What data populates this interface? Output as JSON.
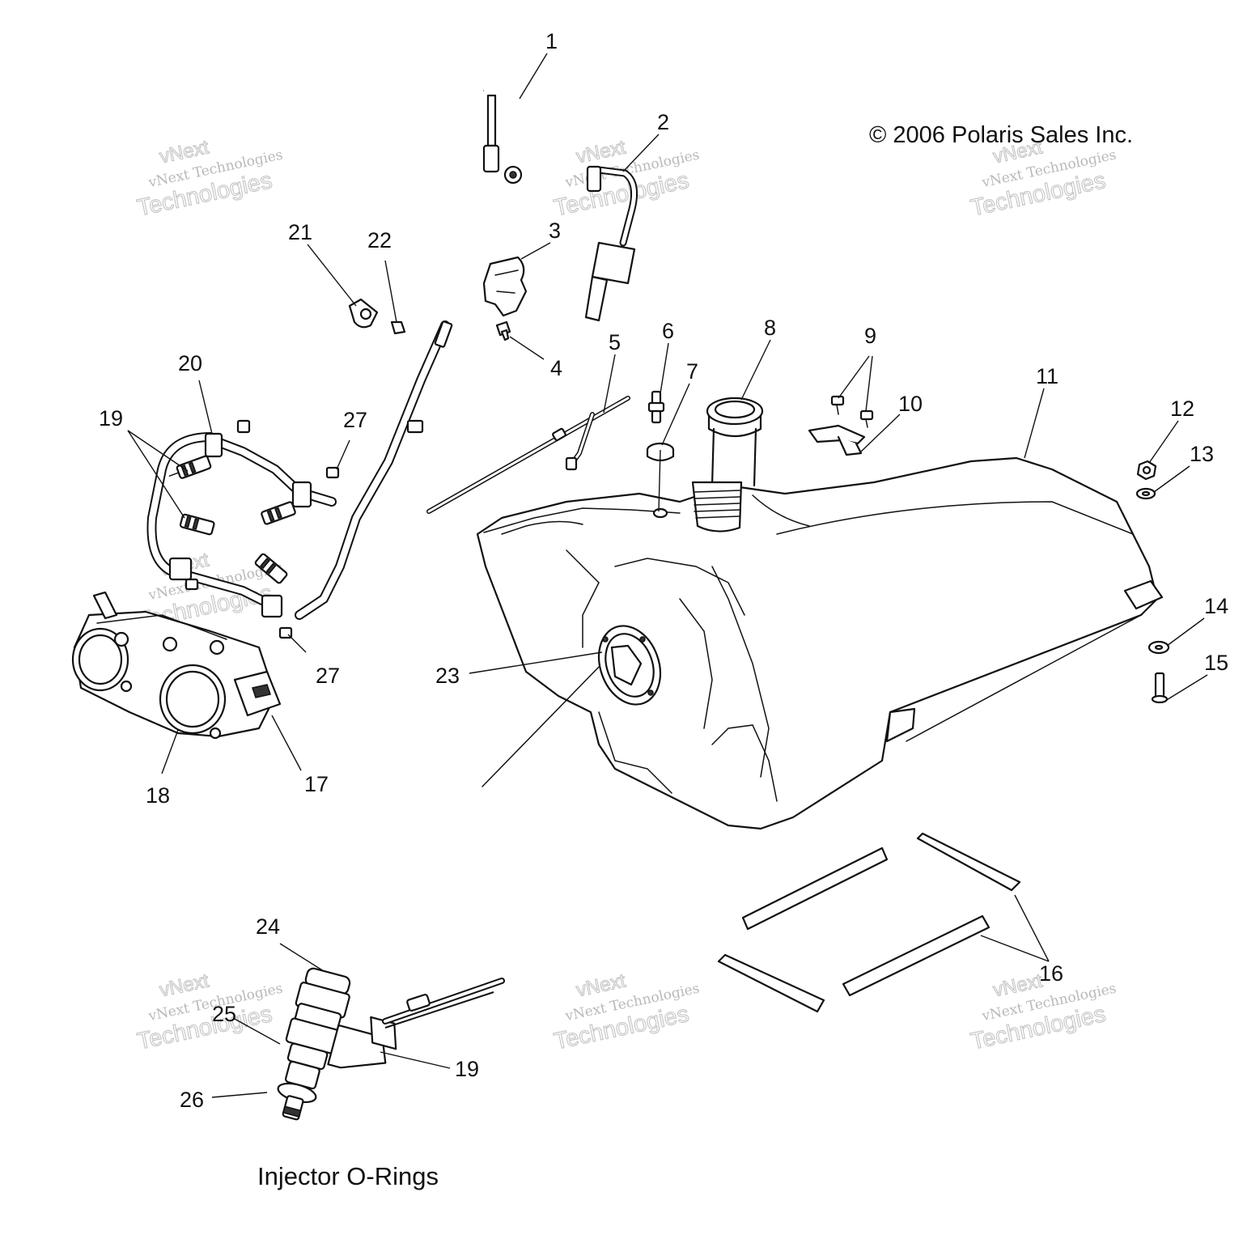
{
  "copyright": "© 2006 Polaris Sales Inc.",
  "caption": "Injector O-Rings",
  "watermark": {
    "line1": "vNext",
    "line2": "vNext Technologies",
    "line3": "Technologies"
  },
  "callouts": {
    "c1": "1",
    "c2": "2",
    "c3": "3",
    "c4": "4",
    "c5": "5",
    "c6": "6",
    "c7": "7",
    "c8": "8",
    "c9": "9",
    "c10": "10",
    "c11": "11",
    "c12": "12",
    "c13": "13",
    "c14": "14",
    "c15": "15",
    "c16": "16",
    "c17": "17",
    "c18": "18",
    "c19a": "19",
    "c19b": "19",
    "c20": "20",
    "c21": "21",
    "c22": "22",
    "c23": "23",
    "c24": "24",
    "c25": "25",
    "c26": "26",
    "c27a": "27",
    "c27b": "27"
  }
}
